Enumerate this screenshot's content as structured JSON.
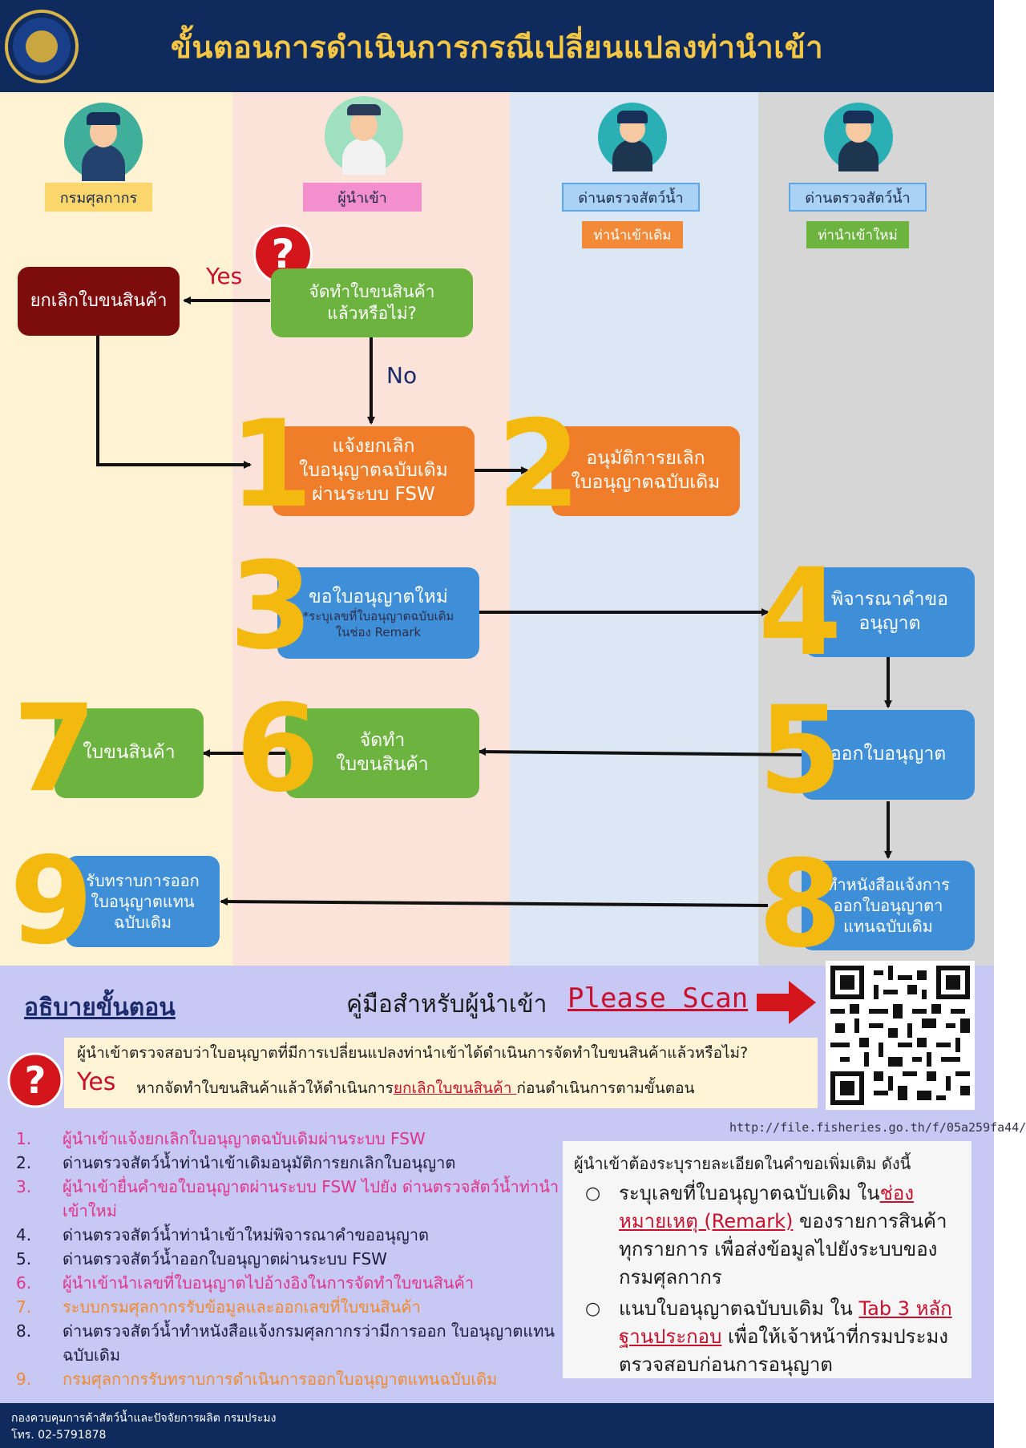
{
  "title": "ขั้นตอนการดำเนินการกรณีเปลี่ยนแปลงท่านำเข้า",
  "roles": {
    "customs": "กรมศุลกากร",
    "importer": "ผู้นำเข้า",
    "checkpoint_old": "ด่านตรวจสัตว์น้ำ",
    "checkpoint_old_sub": "ท่านำเข้าเดิม",
    "checkpoint_new": "ด่านตรวจสัตว์น้ำ",
    "checkpoint_new_sub": "ท่านำเข้าใหม่"
  },
  "flow": {
    "question_line1": "จัดทำใบขนสินค้า",
    "question_line2": "แล้วหรือไม่?",
    "yes": "Yes",
    "no": "No",
    "cancel_box": "ยกเลิกใบขนสินค้า",
    "n1": "1",
    "n2": "2",
    "n3": "3",
    "n4": "4",
    "n5": "5",
    "n6": "6",
    "n7": "7",
    "n8": "8",
    "n9": "9",
    "step1_l1": "แจ้งยกเลิก",
    "step1_l2": "ใบอนุญาตฉบับเดิม",
    "step1_l3": "ผ่านระบบ FSW",
    "step2_l1": "อนุมัติการยเลิก",
    "step2_l2": "ใบอนุญาตฉบับเดิม",
    "step3_l1": "ขอใบอนุญาตใหม่",
    "step3_l2": "*ระบุเลขที่ใบอนุญาตฉบับเดิม",
    "step3_l3": "ในช่อง Remark",
    "step4_l1": "พิจารณาคำขอ",
    "step4_l2": "อนุญาต",
    "step5": "ออกใบอนุญาต",
    "step6_l1": "จัดทำ",
    "step6_l2": "ใบขนสินค้า",
    "step7": "ใบขนสินค้า",
    "step8_l1": "ทำหนังสือแจ้งการ",
    "step8_l2": "ออกใบอนุญาตา",
    "step8_l3": "แทนฉบับเดิม",
    "step9_l1": "รับทราบการออก",
    "step9_l2": "ใบอนุญาตแทน",
    "step9_l3": "ฉบับเดิม"
  },
  "explain": {
    "title": "อธิบายขั้นตอน",
    "guide_text": "คู่มือสำหรับผู้นำเข้า",
    "guide_link": "Please Scan",
    "question": "ผู้นำเข้าตรวจสอบว่าใบอนุญาตที่มีการเปลี่ยนแปลงท่านำเข้าได้ดำเนินการจัดทำใบขนสินค้าแล้วหรือไม่?",
    "yes": "Yes",
    "yes_desc_pre": "หากจัดทำใบขนสินค้าแล้วให้ดำเนินการ",
    "yes_desc_link": "ยกเลิกใบขนสินค้า ",
    "yes_desc_post": "ก่อนดำเนินการตามขั้นตอน",
    "url": "http://file.fisheries.go.th/f/05a259fa44/"
  },
  "steps": [
    {
      "n": "1.",
      "text": "ผู้นำเข้าแจ้งยกเลิกใบอนุญาตฉบับเดิมผ่านระบบ FSW",
      "color": "#e0338a"
    },
    {
      "n": "2.",
      "text": "ด่านตรวจสัตว์น้ำท่านำเข้าเดิมอนุมัติการยกเลิกใบอนุญาต",
      "color": "#1b1b3a"
    },
    {
      "n": "3.",
      "text": "ผู้นำเข้ายื่นคำขอใบอนุญาตผ่านระบบ FSW ไปยัง ด่านตรวจสัตว์น้ำท่านำเข้าใหม่",
      "color": "#e0338a"
    },
    {
      "n": "4.",
      "text": "ด่านตรวจสัตว์น้ำท่านำเข้าใหม่พิจารณาคำขออนุญาต",
      "color": "#1b1b3a"
    },
    {
      "n": "5.",
      "text": "ด่านตรวจสัตว์น้ำออกใบอนุญาตผ่านระบบ FSW",
      "color": "#1b1b3a"
    },
    {
      "n": "6.",
      "text": "ผู้นำเข้านำเลขที่ใบอนุญาตไปอ้างอิงในการจัดทำใบขนสินค้า",
      "color": "#e0338a"
    },
    {
      "n": "7.",
      "text": "ระบบกรมศุลกากรรับข้อมูลและออกเลขที่ใบขนสินค้า",
      "color": "#f08a2e"
    },
    {
      "n": "8.",
      "text": "ด่านตรวจสัตว์น้ำทำหนังสือแจ้งกรมศุลกากรว่ามีการออก ใบอนุญาตแทนฉบับเดิม",
      "color": "#1b1b3a"
    },
    {
      "n": "9.",
      "text": "กรมศุลกากรรับทราบการดำเนินการออกใบอนุญาตแทนฉบับเดิม",
      "color": "#f08a2e"
    }
  ],
  "note": {
    "heading": "ผู้นำเข้าต้องระบุรายละเอียดในคำขอเพิ่มเติม ดังนี้",
    "bullet": "○",
    "i1_pre": "ระบุเลขที่ใบอนุญาตฉบับเดิม ใน",
    "i1_link": "ช่อง หมายเหตุ (Remark)",
    "i1_post": " ของรายการสินค้าทุกรายการ เพื่อส่งข้อมูลไปยังระบบของกรมศุลกากร",
    "i2_pre": "แนบใบอนุญาตฉบับบเดิม ใน ",
    "i2_link": "Tab 3 หลักฐานประกอบ",
    "i2_post": " เพื่อให้เจ้าหน้าที่กรมประมงตรวจสอบก่อนการอนุญาต"
  },
  "footer": {
    "line1": "กองควบคุมการค้าสัตว์น้ำและปัจจัยการผลิต กรมประมง",
    "line2": "โทร. 02-5791878"
  },
  "colors": {
    "header_bg": "#0f2a5c",
    "title": "#f6c744",
    "step_number": "#f4b90f",
    "green": "#6cb33f",
    "orange": "#ef7d2a",
    "blue": "#3f8fd8",
    "maroon": "#7d0c0c",
    "red": "#c8102e"
  },
  "icons": [
    "department-of-fisheries-logo",
    "customs-officer-avatar",
    "importer-avatar",
    "inspector-avatar",
    "question-mark-icon",
    "right-arrow-icon",
    "qr-code"
  ]
}
